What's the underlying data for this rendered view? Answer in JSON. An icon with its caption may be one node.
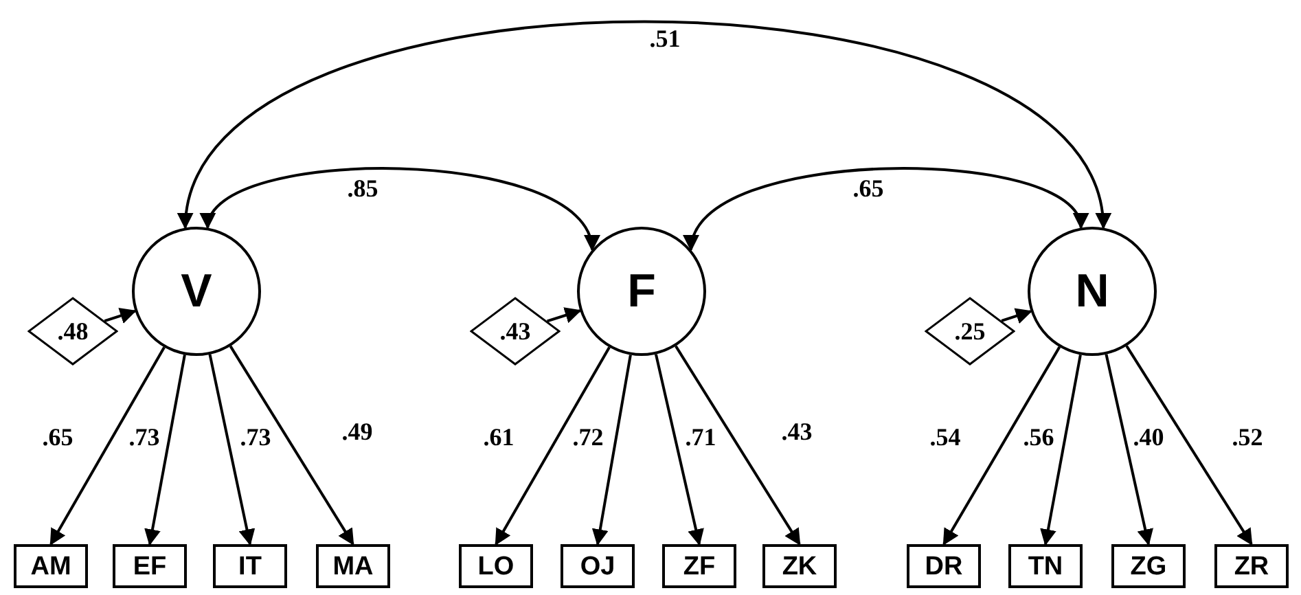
{
  "diagram": {
    "nodes": [
      {
        "text": [
          "V"
        ]
      },
      {
        "text": [
          "F"
        ]
      },
      {
        "text": [
          "N"
        ]
      },
      {
        "text": [
          ".48"
        ]
      },
      {
        "text": [
          ".43"
        ]
      },
      {
        "text": [
          ".25"
        ]
      },
      {
        "text": [
          "AM"
        ]
      },
      {
        "text": [
          "EF"
        ]
      },
      {
        "text": [
          "IT"
        ]
      },
      {
        "text": [
          "MA"
        ]
      },
      {
        "text": [
          "LO"
        ]
      },
      {
        "text": [
          "OJ"
        ]
      },
      {
        "text": [
          "ZF"
        ]
      },
      {
        "text": [
          "ZK"
        ]
      },
      {
        "text": [
          "DR"
        ]
      },
      {
        "text": [
          "TN"
        ]
      },
      {
        "text": [
          "ZG"
        ]
      },
      {
        "text": [
          "ZR"
        ]
      }
    ],
    "edges": [
      {
        "from": 0,
        "to": 1,
        "arrow": "both",
        "label": ".85"
      },
      {
        "from": 1,
        "to": 2,
        "arrow": "both",
        "label": ".65"
      },
      {
        "from": 0,
        "to": 2,
        "arrow": "both",
        "label": ".51"
      },
      {
        "from": 3,
        "to": 0,
        "arrow": "to"
      },
      {
        "from": 4,
        "to": 1,
        "arrow": "to"
      },
      {
        "from": 5,
        "to": 2,
        "arrow": "to"
      },
      {
        "from": 0,
        "to": 6,
        "arrow": "to",
        "label": ".65"
      },
      {
        "from": 0,
        "to": 7,
        "arrow": "to",
        "label": ".73"
      },
      {
        "from": 0,
        "to": 8,
        "arrow": "to",
        "label": ".73"
      },
      {
        "from": 0,
        "to": 9,
        "arrow": "to",
        "label": ".49"
      },
      {
        "from": 1,
        "to": 10,
        "arrow": "to",
        "label": ".61"
      },
      {
        "from": 1,
        "to": 11,
        "arrow": "to",
        "label": ".72"
      },
      {
        "from": 1,
        "to": 12,
        "arrow": "to",
        "label": ".71"
      },
      {
        "from": 1,
        "to": 13,
        "arrow": "to",
        "label": ".43"
      },
      {
        "from": 2,
        "to": 14,
        "arrow": "to",
        "label": ".54"
      },
      {
        "from": 2,
        "to": 15,
        "arrow": "to",
        "label": ".56"
      },
      {
        "from": 2,
        "to": 16,
        "arrow": "to",
        "label": ".40"
      },
      {
        "from": 2,
        "to": 17,
        "arrow": "to",
        "label": ".52"
      }
    ]
  }
}
